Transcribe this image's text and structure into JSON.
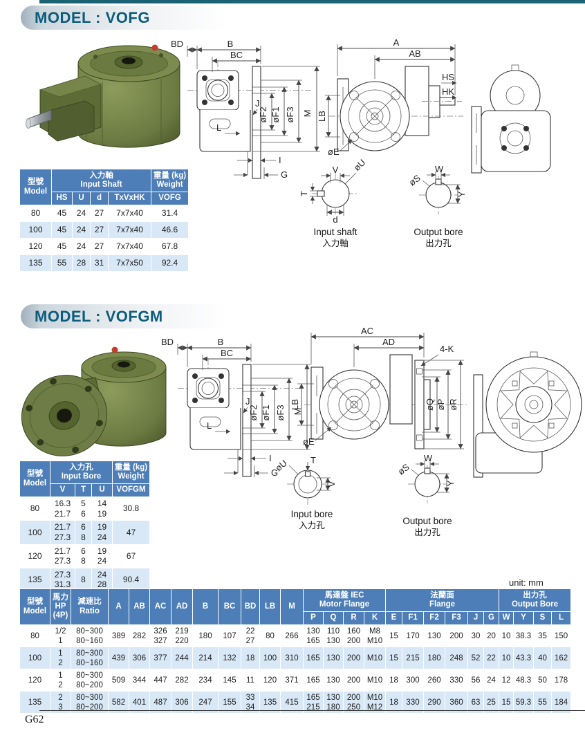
{
  "page": {
    "unit_label": "unit: mm",
    "page_number": "G62"
  },
  "dims": {
    "a": "A",
    "ab": "AB",
    "ac": "AC",
    "ad": "AD",
    "b": "B",
    "bc": "BC",
    "bd": "BD",
    "m": "M",
    "l": "L",
    "j": "J",
    "i": "I",
    "g": "G",
    "f1": "øF1",
    "f2": "øF2",
    "f3": "øF3",
    "lb": "LB",
    "e": "øE",
    "hs": "HS",
    "hk": "HK",
    "k4": "4-K",
    "q": "øQ",
    "p": "øP",
    "r": "øR"
  },
  "vofg": {
    "title": "MODEL : VOFG",
    "input_shaft": {
      "v": "V",
      "u": "øU",
      "t": "T",
      "d": "d",
      "caption_en": "Input shaft",
      "caption_zh": "入力軸"
    },
    "output_bore": {
      "w": "W",
      "s": "øS",
      "y": "Y",
      "caption_en": "Output bore",
      "caption_zh": "出力孔"
    },
    "table": {
      "col_model": "型號\nModel",
      "col_group_input": "入力軸\nInput Shaft",
      "col_group_weight": "重量 (kg)\nWeight",
      "sub_cols": [
        "HS",
        "U",
        "d",
        "TxVxHK",
        "VOFG"
      ],
      "rows": [
        [
          "80",
          "45",
          "24",
          "27",
          "7x7x40",
          "31.4"
        ],
        [
          "100",
          "45",
          "24",
          "27",
          "7x7x40",
          "46.6"
        ],
        [
          "120",
          "45",
          "24",
          "27",
          "7x7x40",
          "67.8"
        ],
        [
          "135",
          "55",
          "28",
          "31",
          "7x7x50",
          "92.4"
        ]
      ]
    }
  },
  "vofgm": {
    "title": "MODEL : VOFGM",
    "input_bore": {
      "u": "øU",
      "t": "T",
      "v": "V",
      "caption_en": "Input bore",
      "caption_zh": "入力孔"
    },
    "table": {
      "col_model": "型號\nModel",
      "col_group_input": "入力孔\nInput Bore",
      "col_group_weight": "重量 (kg)\nWeight",
      "sub_cols": [
        "V",
        "T",
        "U",
        "VOFGM"
      ],
      "rows": [
        [
          "80",
          "16.3\n21.7",
          "5\n6",
          "14\n19",
          "30.8"
        ],
        [
          "100",
          "21.7\n27.3",
          "6\n8",
          "19\n24",
          "47"
        ],
        [
          "120",
          "21.7\n27.3",
          "6\n8",
          "19\n24",
          "67"
        ],
        [
          "135",
          "27.3\n31.3",
          "8",
          "24\n28",
          "90.4"
        ]
      ]
    }
  },
  "main_table": {
    "col_model": "型號\nModel",
    "col_hp": "馬力\nHP\n(4P)",
    "col_ratio": "減速比\nRatio",
    "dim_cols": [
      "A",
      "AB",
      "AC",
      "AD",
      "B",
      "BC",
      "BD",
      "LB",
      "M"
    ],
    "group_motor_flange": "馬達盤 IEC\nMotor Flange",
    "group_flange": "法蘭面\nFlange",
    "group_output_bore": "出力孔\nOutput Bore",
    "motor_flange_cols": [
      "P",
      "Q",
      "R",
      "K"
    ],
    "flange_cols": [
      "E",
      "F1",
      "F2",
      "F3",
      "J",
      "G"
    ],
    "output_bore_cols": [
      "W",
      "Y",
      "S",
      "L"
    ],
    "rows": [
      [
        "80",
        "1/2\n1",
        "80~300\n80~160",
        "389",
        "282",
        "326\n327",
        "219\n220",
        "180",
        "107",
        "22\n27",
        "80",
        "266",
        "130\n165",
        "110\n130",
        "160\n200",
        "M8\nM10",
        "15",
        "170",
        "130",
        "200",
        "30",
        "20",
        "10",
        "38.3",
        "35",
        "150"
      ],
      [
        "100",
        "1\n2",
        "80~300\n80~160",
        "439",
        "306",
        "377",
        "244",
        "214",
        "132",
        "18",
        "100",
        "310",
        "165",
        "130",
        "200",
        "M10",
        "15",
        "215",
        "180",
        "248",
        "52",
        "22",
        "10",
        "43.3",
        "40",
        "162"
      ],
      [
        "120",
        "1\n2",
        "80~300\n80~200",
        "509",
        "344",
        "447",
        "282",
        "234",
        "145",
        "11",
        "120",
        "371",
        "165",
        "130",
        "200",
        "M10",
        "18",
        "300",
        "260",
        "330",
        "56",
        "24",
        "12",
        "48.3",
        "50",
        "178"
      ],
      [
        "135",
        "2\n3",
        "80~300\n80~200",
        "582",
        "401",
        "487",
        "306",
        "247",
        "155",
        "33\n34",
        "135",
        "415",
        "165\n215",
        "130\n180",
        "200\n250",
        "M10\nM12",
        "18",
        "330",
        "290",
        "360",
        "63",
        "25",
        "15",
        "59.3",
        "55",
        "184"
      ]
    ]
  }
}
